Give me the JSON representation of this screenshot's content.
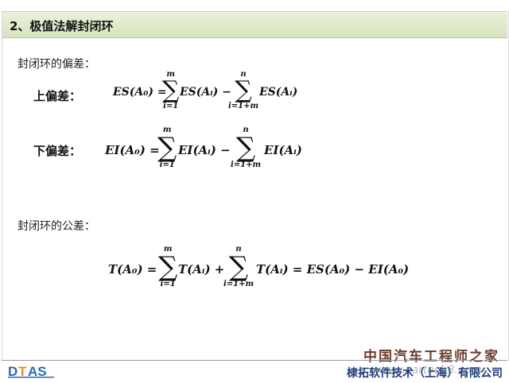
{
  "header": {
    "title": "2、极值法解封闭环"
  },
  "section1": {
    "heading": "封闭环的偏差：",
    "upper_label": "上偏差：",
    "lower_label": "下偏差："
  },
  "section2": {
    "heading": "封闭环的公差："
  },
  "formulas": {
    "es_lhs": "ES(A₀) =",
    "es_term1": "ES(Aᵢ) −",
    "es_term2": "ES(Aᵢ)",
    "ei_lhs": "EI(A₀) =",
    "ei_term1": "EI(Aᵢ) −",
    "ei_term2": "EI(Aᵢ)",
    "t_lhs": "T(A₀) =",
    "t_term1": "T(Aᵢ) +",
    "t_term2": "T(Aᵢ) = ES(A₀) − EI(A₀)",
    "sum_top_m": "m",
    "sum_top_n": "n",
    "sum_bottom_1": "i=1",
    "sum_bottom_m": "i=1+m"
  },
  "footer": {
    "logo_text": "DTAS",
    "company": "棣拓软件技术（上海）有限公司",
    "watermark": "中国汽车工程师之家",
    "watermark_url": "www.cartech8.com"
  },
  "colors": {
    "title_bg": "#d6e4bd",
    "logo_blue": "#2a6bb3",
    "logo_orange": "#f08a1d"
  }
}
